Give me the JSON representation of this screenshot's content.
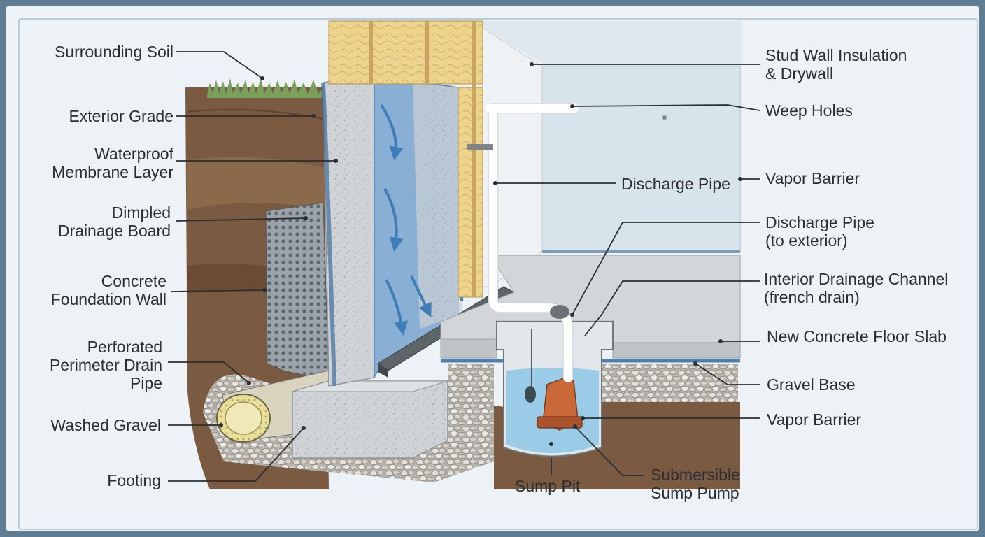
{
  "labels": {
    "surrounding_soil": [
      "Surrounding Soil"
    ],
    "exterior_grade": [
      "Exterior Grade"
    ],
    "waterproof_membrane": [
      "Waterproof",
      "Membrane Layer"
    ],
    "dimpled_board": [
      "Dimpled",
      "Drainage Board"
    ],
    "foundation_wall": [
      "Concrete",
      "Foundation Wall"
    ],
    "perimeter_drain": [
      "Perforated",
      "Perimeter Drain",
      "Pipe"
    ],
    "washed_gravel": [
      "Washed Gravel"
    ],
    "footing": [
      "Footing"
    ],
    "stud_wall": [
      "Stud Wall Insulation",
      "& Drywall"
    ],
    "weep_holes": [
      "Weep Holes"
    ],
    "discharge_pipe_mid": [
      "Discharge Pipe"
    ],
    "vapor_barrier_top": [
      "Vapor Barrier"
    ],
    "discharge_pipe_ext": [
      "Discharge Pipe",
      "(to exterior)"
    ],
    "interior_channel": [
      "Interior Drainage Channel",
      "(french drain)"
    ],
    "floor_slab": [
      "New Concrete Floor Slab"
    ],
    "gravel_base": [
      "Gravel Base"
    ],
    "vapor_barrier_bottom": [
      "Vapor Barrier"
    ],
    "sump_pit": [
      "Sump Pit"
    ],
    "sump_pump": [
      "Submersible",
      "Sump Pump"
    ]
  },
  "colors": {
    "frame": "#5f7d92",
    "panel": "#edf2f6",
    "soil": "#7a5a40",
    "concrete": "#cfd3d6",
    "membrane": "#7fa8d1",
    "water": "#8ec7e6",
    "pump": "#c9693a",
    "insulation": "#e9d089",
    "grass": "#7aa05a"
  }
}
